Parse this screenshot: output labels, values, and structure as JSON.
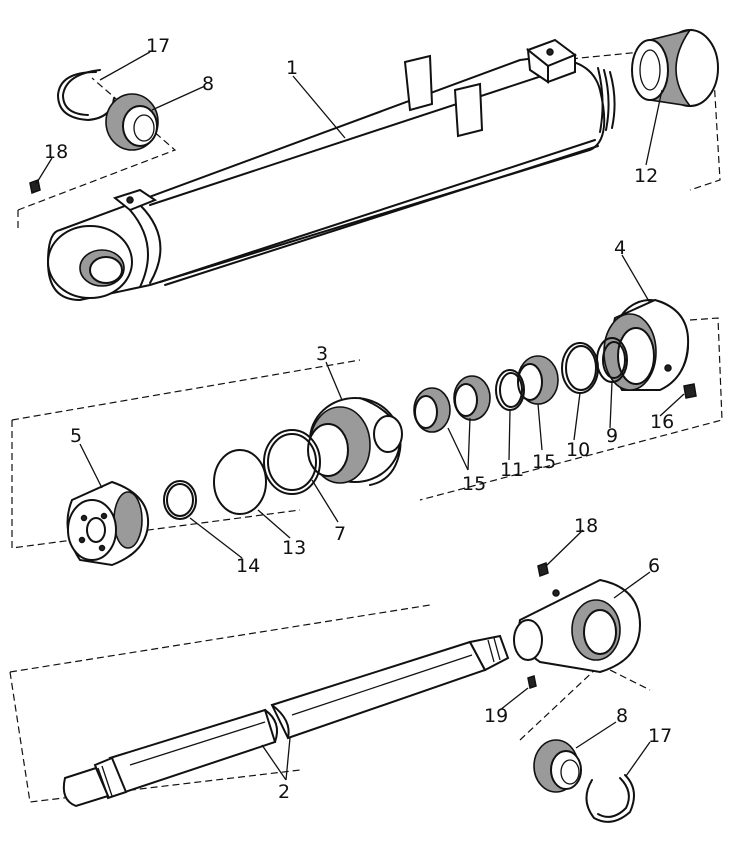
{
  "colors": {
    "ink": "#111111",
    "paper": "#ffffff",
    "shade": "#9a9a9a"
  },
  "callouts": {
    "c1": "1",
    "c2": "2",
    "c3": "3",
    "c4": "4",
    "c5": "5",
    "c6": "6",
    "c7": "7",
    "c8_top": "8",
    "c8_bottom": "8",
    "c9": "9",
    "c10": "10",
    "c11": "11",
    "c12": "12",
    "c13": "13",
    "c14": "14",
    "c15_left": "15",
    "c15_right": "15",
    "c16": "16",
    "c17_top": "17",
    "c17_bottom": "17",
    "c18_top": "18",
    "c18_bottom": "18",
    "c19": "19"
  }
}
